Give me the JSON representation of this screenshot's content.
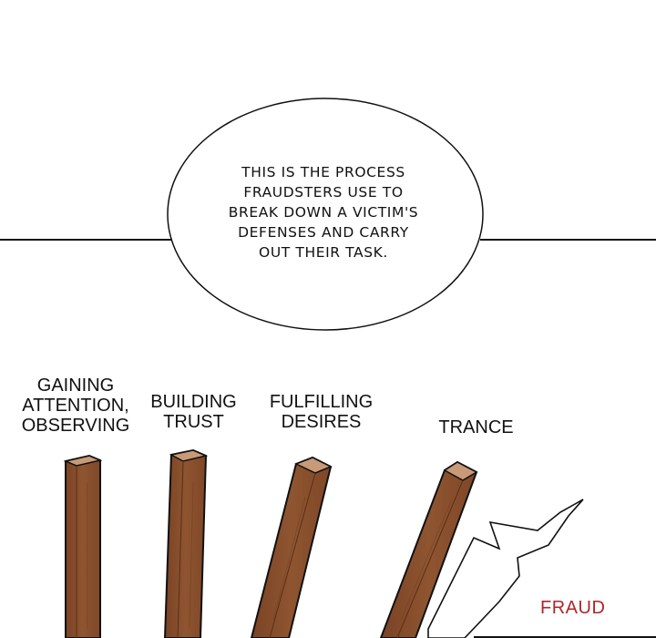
{
  "speech_bubble": {
    "lines": [
      "THIS IS THE PROCESS",
      "FRAUDSTERS USE TO",
      "BREAK DOWN A VICTIM'S",
      "DEFENSES AND CARRY",
      "OUT THEIR TASK."
    ]
  },
  "stages": [
    {
      "lines": [
        "GAINING",
        "ATTENTION,",
        "OBSERVING"
      ]
    },
    {
      "lines": [
        "BUILDING",
        "TRUST"
      ]
    },
    {
      "lines": [
        "FULFILLING",
        "DESIRES"
      ]
    },
    {
      "lines": [
        "TRANCE"
      ]
    }
  ],
  "fraud_label": "FRAUD",
  "colors": {
    "plank_face": "#8a4f2c",
    "plank_side": "#6e3a1d",
    "plank_top": "#c99a78",
    "outline": "#111111",
    "fraud_text": "#b0262a"
  }
}
